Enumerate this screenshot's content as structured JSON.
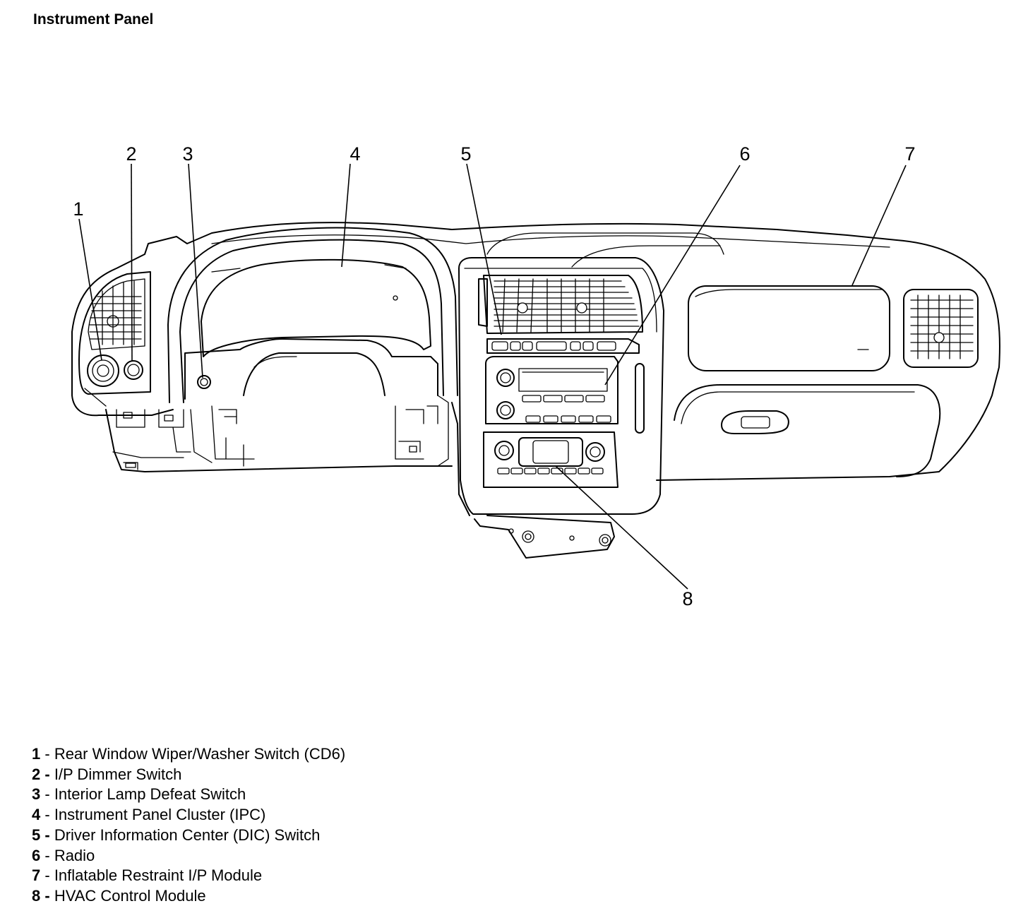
{
  "title": "Instrument Panel",
  "callouts": [
    "1",
    "2",
    "3",
    "4",
    "5",
    "6",
    "7",
    "8"
  ],
  "legend": [
    {
      "num": "1",
      "sep": " - ",
      "text": "Rear Window Wiper/Washer Switch (CD6)"
    },
    {
      "num": "2 -",
      "sep": " ",
      "text": "I/P Dimmer Switch"
    },
    {
      "num": "3",
      "sep": " - ",
      "text": "Interior Lamp Defeat Switch"
    },
    {
      "num": "4",
      "sep": " - ",
      "text": "Instrument Panel Cluster (IPC)"
    },
    {
      "num": "5 -",
      "sep": " ",
      "text": "Driver Information Center (DIC) Switch"
    },
    {
      "num": "6",
      "sep": " - ",
      "text": "Radio"
    },
    {
      "num": "7",
      "sep": " - ",
      "text": "Inflatable Restraint I/P Module"
    },
    {
      "num": "8 -",
      "sep": " ",
      "text": "HVAC Control Module"
    }
  ]
}
